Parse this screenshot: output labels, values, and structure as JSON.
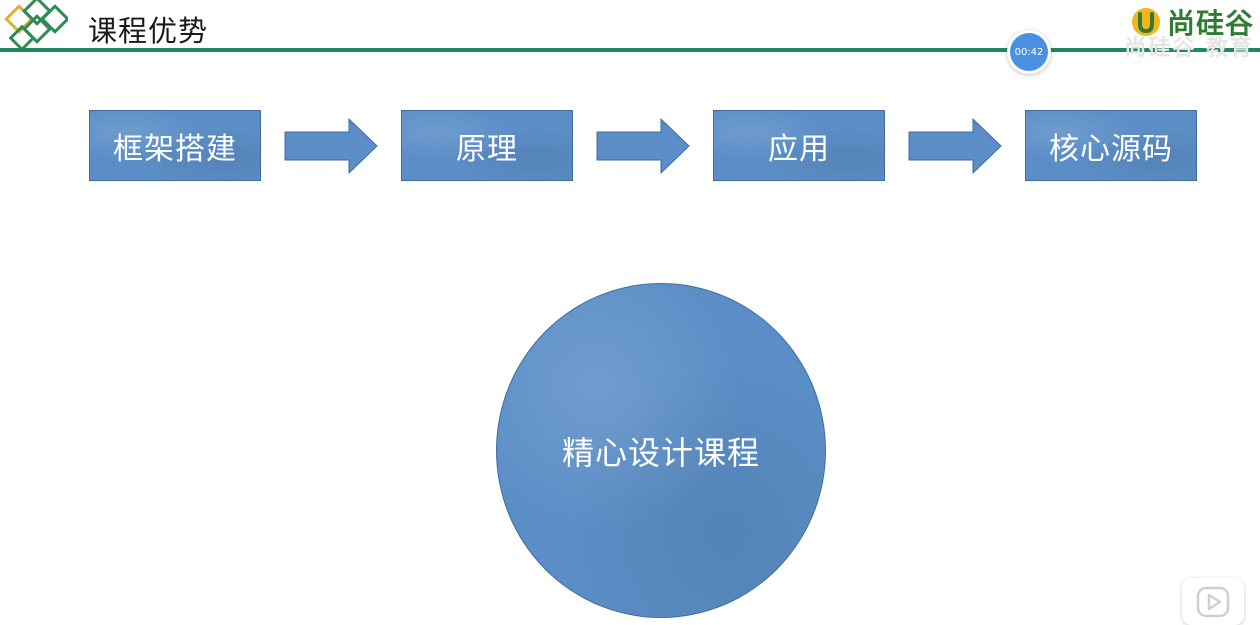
{
  "header": {
    "title": "课程优势",
    "brand_name": "尚硅谷",
    "brand_ghost": "尚硅谷 教育",
    "timer": "00:42",
    "rule_color": "#1e8a5a",
    "brand_color": "#2f7d32"
  },
  "flow": {
    "steps": [
      {
        "label": "框架搭建"
      },
      {
        "label": "原理"
      },
      {
        "label": "应用"
      },
      {
        "label": "核心源码"
      }
    ],
    "box_color": "#5b8ec6",
    "arrow_color": "#5b8ec6"
  },
  "focus": {
    "label": "精心设计课程"
  },
  "player": {
    "play_icon": "play-icon"
  }
}
